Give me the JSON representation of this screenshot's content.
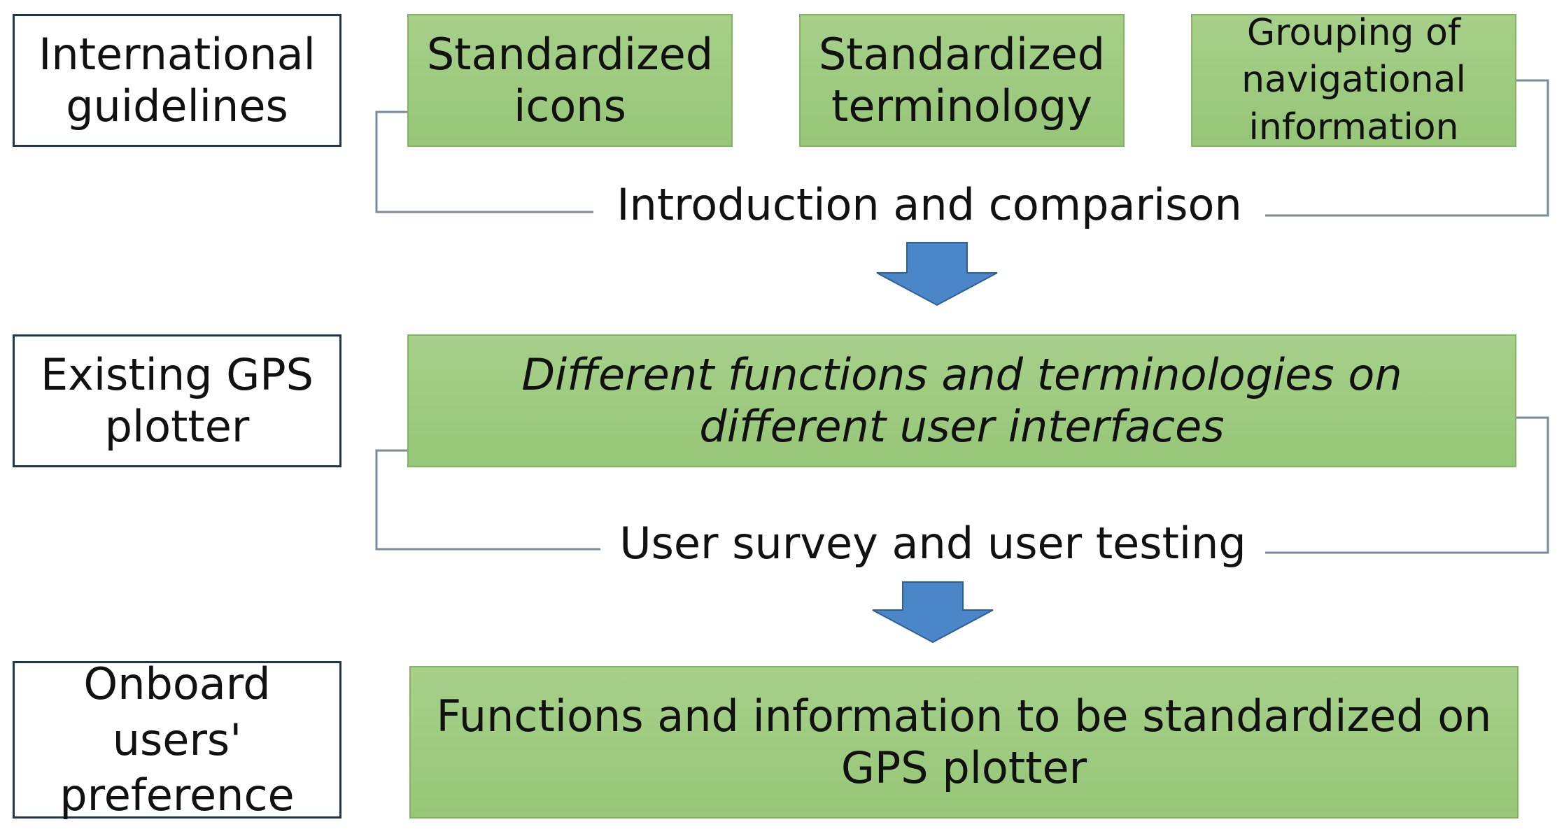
{
  "rows": [
    {
      "source": "International\nguidelines",
      "items": [
        "Standardized\nicons",
        "Standardized\nterminology",
        "Grouping of\nnavigational\ninformation"
      ],
      "method": "Introduction and comparison"
    },
    {
      "source": "Existing GPS\nplotter",
      "items": [
        "Different functions and terminologies on\ndifferent user interfaces"
      ],
      "method": "User survey and user testing"
    },
    {
      "source": "Onboard\nusers'\npreference",
      "items": [
        "Functions and information to be standardized on\nGPS plotter"
      ]
    }
  ],
  "colors": {
    "green_fill": "#9ccb7e",
    "green_border": "#86b268",
    "white_box_border": "#1f3550",
    "arrow_fill": "#4a86c8",
    "connector": "#7a8a9a"
  }
}
